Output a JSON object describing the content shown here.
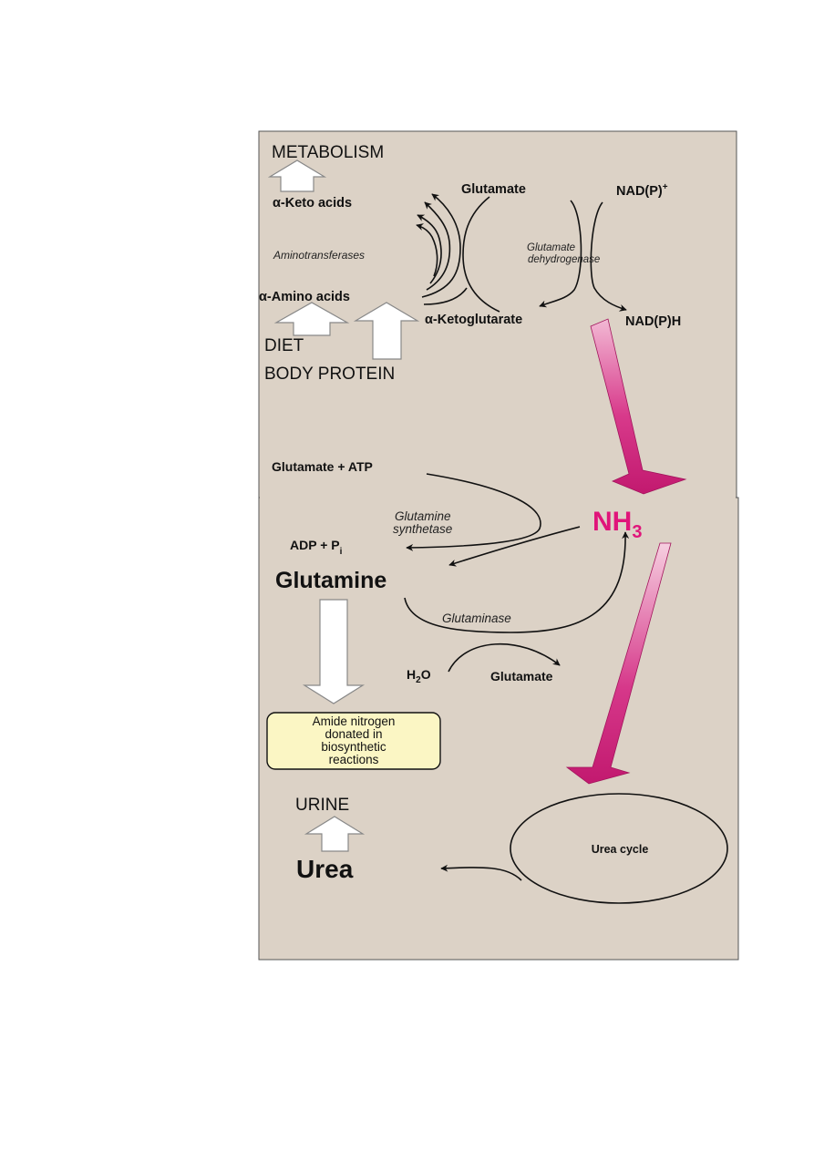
{
  "labels": {
    "metabolism": "METABOLISM",
    "keto_acids": "α-Keto acids",
    "amino_acids": "α-Amino acids",
    "aminotransferases": "Aminotransferases",
    "diet": "DIET",
    "body_protein": "BODY PROTEIN",
    "glutamate_top": "Glutamate",
    "nadp_plus": "NAD(P)",
    "nadp_plus_sup": "+",
    "gdh_line1": "Glutamate",
    "gdh_line2": "dehydrogenase",
    "ketoglutarate": "α-Ketoglutarate",
    "nadph": "NAD(P)H",
    "glutamate_atp": "Glutamate + ATP",
    "gs_line1": "Glutamine",
    "gs_line2": "synthetase",
    "nh3_main": "NH",
    "nh3_sub": "3",
    "adp_main": "ADP + P",
    "adp_sub": "i",
    "glutamine": "Glutamine",
    "glutaminase": "Glutaminase",
    "h2o_h": "H",
    "h2o_sub": "2",
    "h2o_o": "O",
    "glutamate_bottom": "Glutamate",
    "amide_line1": "Amide nitrogen",
    "amide_line2": "donated in",
    "amide_line3": "biosynthetic",
    "amide_line4": "reactions",
    "urine": "URINE",
    "urea": "Urea",
    "urea_cycle": "Urea cycle"
  },
  "colors": {
    "panel": "#dcd2c6",
    "nh3": "#e0157a",
    "pink_arrow": "#cf2a83",
    "amide_box": "#fbf6c4"
  }
}
